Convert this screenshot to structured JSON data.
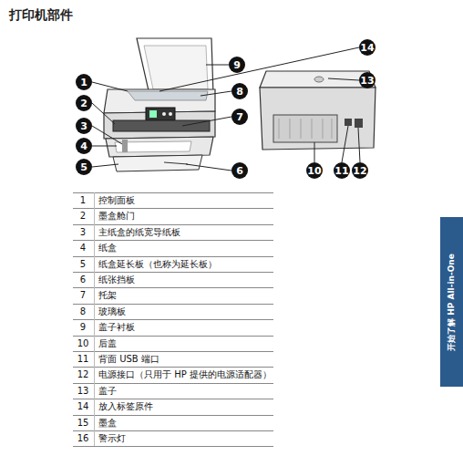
{
  "diagram": {
    "title": "打印机部件",
    "nodes": [
      {
        "text": [
          "1"
        ]
      },
      {
        "text": [
          "2"
        ]
      },
      {
        "text": [
          "3"
        ]
      },
      {
        "text": [
          "4"
        ]
      },
      {
        "text": [
          "5"
        ]
      },
      {
        "text": [
          "6"
        ]
      },
      {
        "text": [
          "7"
        ]
      },
      {
        "text": [
          "8"
        ]
      },
      {
        "text": [
          "9"
        ]
      },
      {
        "text": [
          "10"
        ]
      },
      {
        "text": [
          "11"
        ]
      },
      {
        "text": [
          "12"
        ]
      },
      {
        "text": [
          "13"
        ]
      },
      {
        "text": [
          "14"
        ]
      },
      {
        "text": [
          "开始了解 HP All-in-One"
        ]
      }
    ],
    "labels": [
      "1",
      "控制面板",
      "2",
      "墨盒舱门",
      "3",
      "主纸盒的纸宽导纸板",
      "4",
      "纸盒",
      "5",
      "纸盒延长板（也称为延长板）",
      "6",
      "纸张挡板",
      "7",
      "托架",
      "8",
      "玻璃板",
      "9",
      "盖子衬板",
      "10",
      "后盖",
      "11",
      "背面 USB 端口",
      "12",
      "电源接口（只用于 HP 提供的电源适配器）",
      "13",
      "盖子",
      "14",
      "放入标签原件",
      "15",
      "墨盒",
      "16",
      "警示灯"
    ]
  }
}
